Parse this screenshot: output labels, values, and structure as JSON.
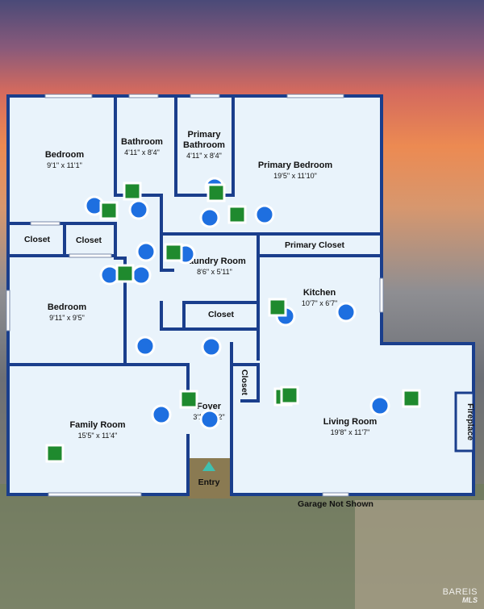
{
  "rooms": {
    "bedroom1": {
      "name": "Bedroom",
      "dim": "9'1\" x 11'1\""
    },
    "bathroom": {
      "name": "Bathroom",
      "dim": "4'11\" x 8'4\""
    },
    "primary_bathroom": {
      "name1": "Primary",
      "name2": "Bathroom",
      "dim": "4'11\" x 8'4\""
    },
    "primary_bedroom": {
      "name": "Primary Bedroom",
      "dim": "19'5\" x 11'10\""
    },
    "closet_a": {
      "name": "Closet"
    },
    "closet_b": {
      "name": "Closet"
    },
    "primary_closet": {
      "name": "Primary Closet"
    },
    "laundry": {
      "name": "Laundry Room",
      "dim": "8'6\" x 5'11\""
    },
    "kitchen": {
      "name": "Kitchen",
      "dim": "10'7\" x 6'7\""
    },
    "bedroom2": {
      "name": "Bedroom",
      "dim": "9'11\" x 9'5\""
    },
    "hall_closet": {
      "name": "Closet"
    },
    "foyer_closet": {
      "name": "Closet"
    },
    "foyer": {
      "name": "Foyer",
      "dim": "3'1\" x 4'2\""
    },
    "family_room": {
      "name": "Family Room",
      "dim": "15'5\" x 11'4\""
    },
    "living_room": {
      "name": "Living Room",
      "dim": "19'8\" x 11'7\""
    },
    "fireplace": {
      "name": "Fireplace"
    },
    "entry": {
      "name": "Entry"
    }
  },
  "garage_note": "Garage Not Shown",
  "watermark": {
    "line1": "BAREIS",
    "line2": "MLS"
  },
  "colors": {
    "wall": "#1a3e8c",
    "floor": "#e9f3fb",
    "camera_marker": "#1e6fe0",
    "photo_marker": "#1f8a2e",
    "entry_floor": "#8a7a52",
    "entry_arrow": "#3fc0b0"
  }
}
